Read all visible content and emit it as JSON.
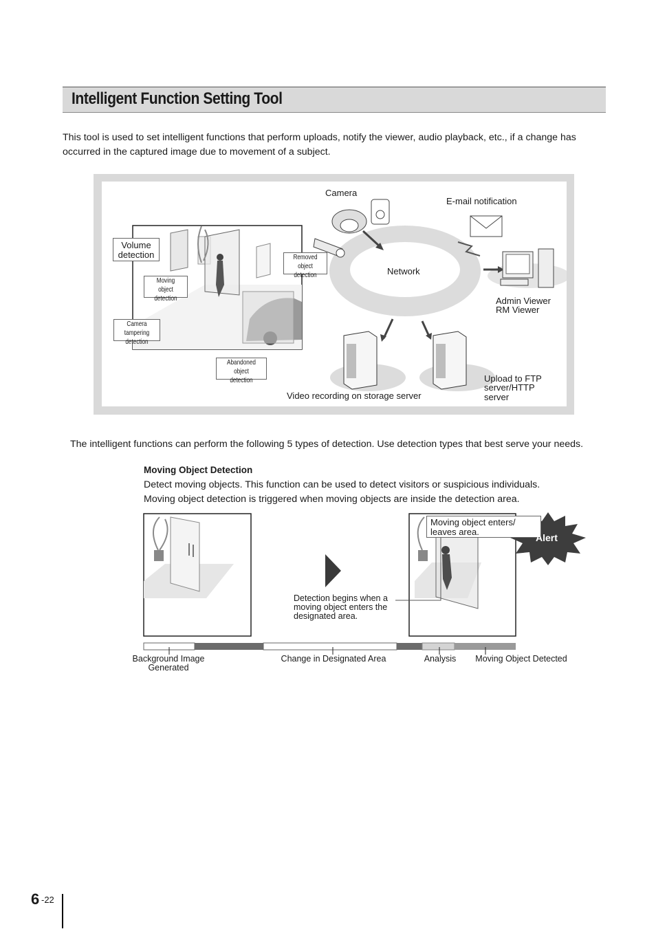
{
  "page_title": "Intelligent Function Setting Tool",
  "intro_text": "This tool is used to set intelligent functions that perform uploads, notify the viewer, audio playback, etc., if a change has occurred in the captured image due to movement of a subject.",
  "overview_diagram": {
    "camera_label": "Camera",
    "email_label": "E-mail notification",
    "network_label": "Network",
    "viewer_label_1": "Admin Viewer",
    "viewer_label_2": "RM Viewer",
    "upload_label_1": "Upload to FTP",
    "upload_label_2": "server/HTTP",
    "upload_label_3": "server",
    "recording_label": "Video recording on storage server",
    "volume_label_1": "Volume",
    "volume_label_2": "detection",
    "moving_label_1": "Moving object",
    "moving_label_2": "detection",
    "removed_label_1": "Removed object",
    "removed_label_2": "detection",
    "tampering_label_1": "Camera tampering",
    "tampering_label_2": "detection",
    "abandoned_label_1": "Abandoned object",
    "abandoned_label_2": "detection"
  },
  "detection_intro": "The intelligent functions can perform the following 5 types of detection. Use detection types that best serve your needs.",
  "moving_section": {
    "heading": "Moving Object Detection",
    "line1": "Detect moving objects. This function can be used to detect visitors or suspicious individuals.",
    "line2": "Moving object detection is triggered when moving objects are inside the detection area.",
    "callout_1": "Moving object enters/",
    "callout_2": "leaves area.",
    "alert": "Alert",
    "begin_1": "Detection begins when a",
    "begin_2": "moving object enters the",
    "begin_3": "designated area.",
    "timeline": {
      "bg_1": "Background Image",
      "bg_2": "Generated",
      "change": "Change in Designated Area",
      "analysis": "Analysis",
      "detected": "Moving Object Detected"
    }
  },
  "footer": {
    "chapter": "6",
    "page": "-22"
  },
  "colors": {
    "title_bar": "#d9d9d9",
    "network_ring": "#dcdcdc",
    "timeline_dark": "#6b6b6b",
    "timeline_mid": "#9a9a9a",
    "timeline_light": "#d4d4d4",
    "alert_burst": "#3d3d3d"
  }
}
